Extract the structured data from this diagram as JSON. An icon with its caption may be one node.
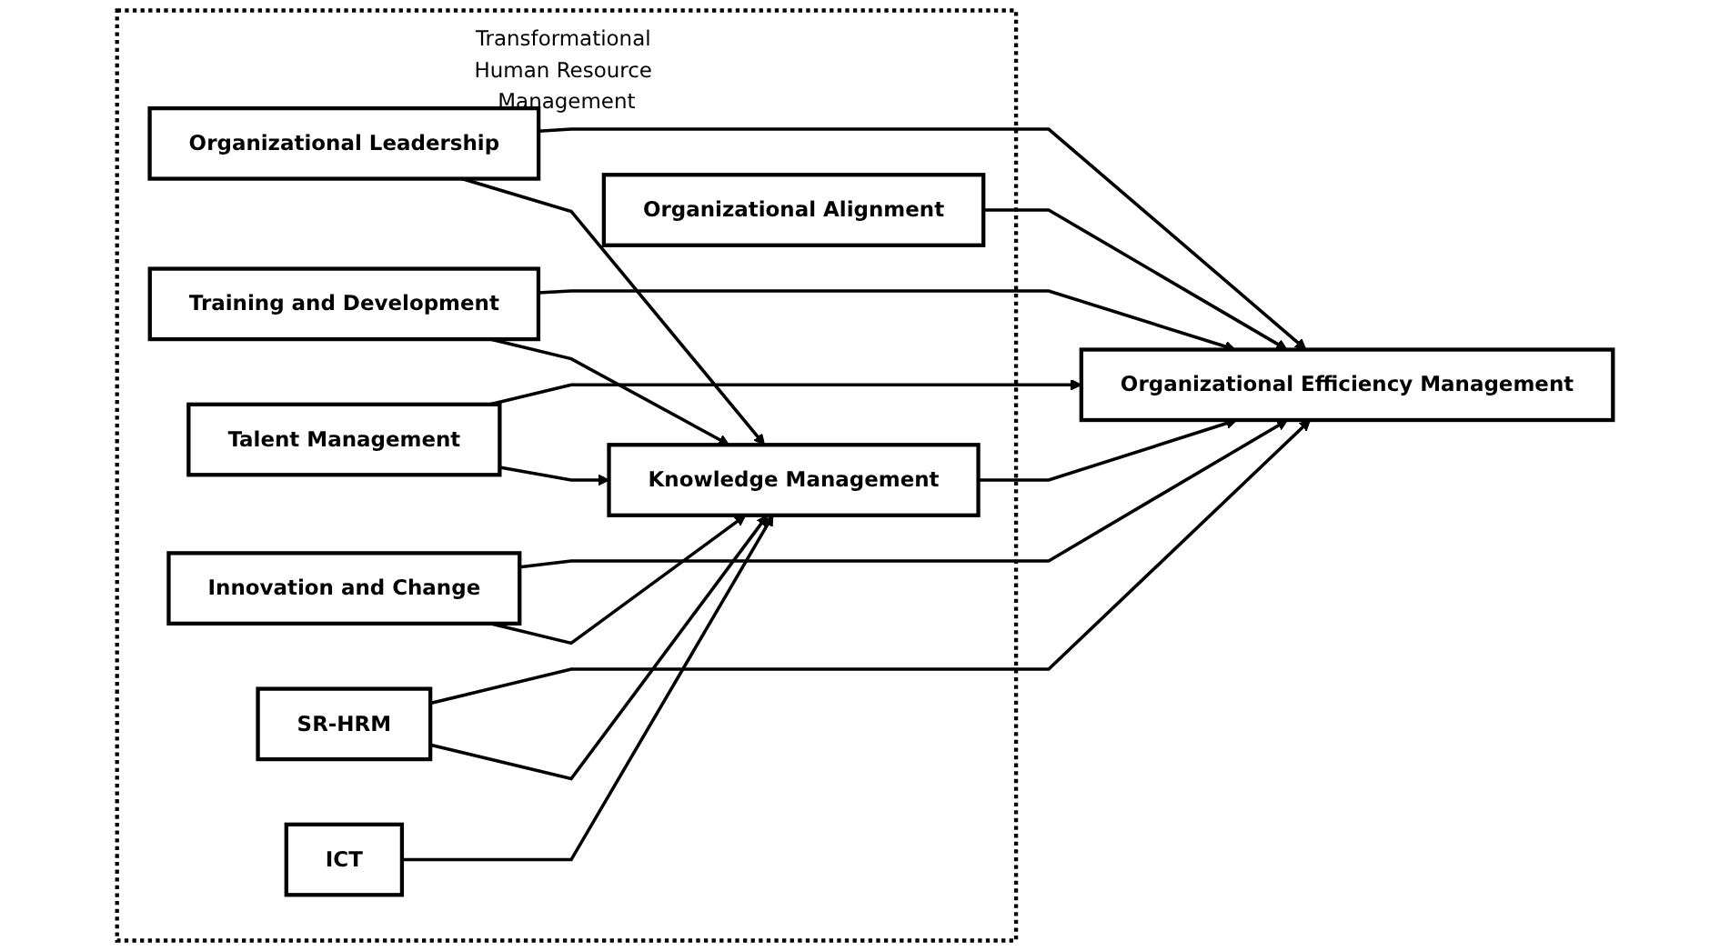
{
  "diagram": {
    "nodes": [
      {
        "text": [
          "Transformational Human Resource Management"
        ]
      },
      {
        "text": [
          "Organizational Leadership"
        ],
        "in": 0
      },
      {
        "text": [
          "Training and Development"
        ],
        "in": 0
      },
      {
        "text": [
          "Talent Management"
        ],
        "in": 0
      },
      {
        "text": [
          "Innovation and Change"
        ],
        "in": 0
      },
      {
        "text": [
          "SR-HRM"
        ],
        "in": 0
      },
      {
        "text": [
          "Knowledge Management"
        ],
        "in": 0
      },
      {
        "text": [
          "ICT"
        ],
        "in": 0
      },
      {
        "text": [
          "Organizational Alignment"
        ],
        "in": 0
      },
      {
        "text": [
          "Organizational Efficiency Management"
        ]
      }
    ],
    "edges": [
      {
        "from": 1,
        "to": 9,
        "arrow": "to"
      },
      {
        "from": 2,
        "to": 9,
        "arrow": "to"
      },
      {
        "from": 3,
        "to": 9,
        "arrow": "to"
      },
      {
        "from": 4,
        "to": 9,
        "arrow": "to"
      },
      {
        "from": 5,
        "to": 9,
        "arrow": "to"
      },
      {
        "from": 1,
        "to": 6,
        "arrow": "to"
      },
      {
        "from": 2,
        "to": 6,
        "arrow": "to"
      },
      {
        "from": 3,
        "to": 6,
        "arrow": "to"
      },
      {
        "from": 4,
        "to": 6,
        "arrow": "to"
      },
      {
        "from": 5,
        "to": 6,
        "arrow": "to"
      },
      {
        "from": 7,
        "to": 6,
        "arrow": "to"
      },
      {
        "from": 6,
        "to": 9,
        "arrow": "to"
      },
      {
        "from": 8,
        "to": 9,
        "arrow": "to"
      }
    ]
  }
}
